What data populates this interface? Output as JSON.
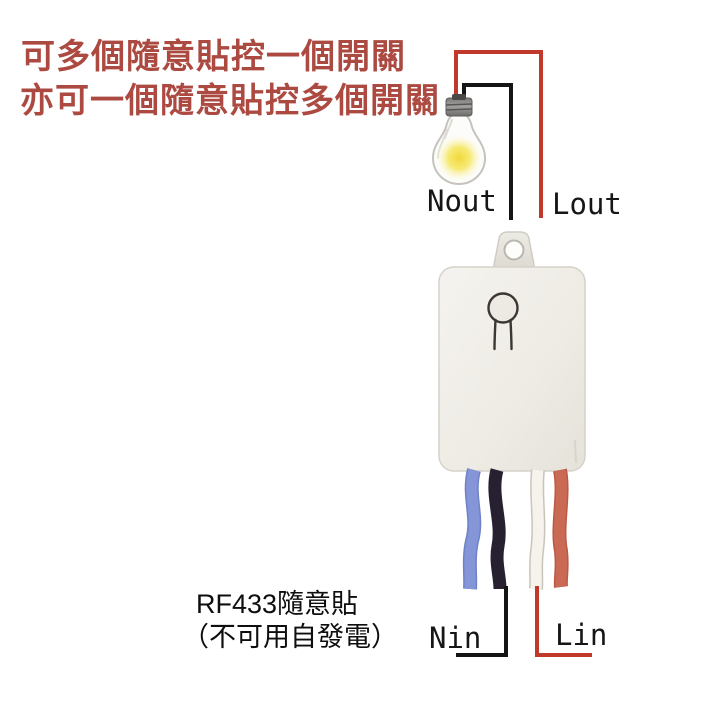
{
  "page": {
    "background_color": "#ffffff"
  },
  "title": {
    "line1": "可多個隨意貼控一個開關",
    "line2": "亦可一個隨意貼控多個開關",
    "color": "#ac4a42"
  },
  "wiring": {
    "output_labels": {
      "neutral": "Nout",
      "live": "Lout"
    },
    "input_labels": {
      "neutral": "Nin",
      "live": "Lin"
    },
    "colors": {
      "live_lead": "#c0392b",
      "neutral_lead": "#151515",
      "blue_wire": "#8496d8",
      "black_wire": "#262031",
      "white_wire": "#f6f3ec",
      "red_wire": "#ca6a54"
    }
  },
  "device": {
    "caption_line1": "RF433隨意貼",
    "caption_line2": "（不可用自發電）",
    "body_color": "#efece5",
    "bulb_glow_color": "#f2de3e",
    "icons": {
      "bulb": "light-bulb-icon",
      "module": "relay-module-icon"
    }
  }
}
